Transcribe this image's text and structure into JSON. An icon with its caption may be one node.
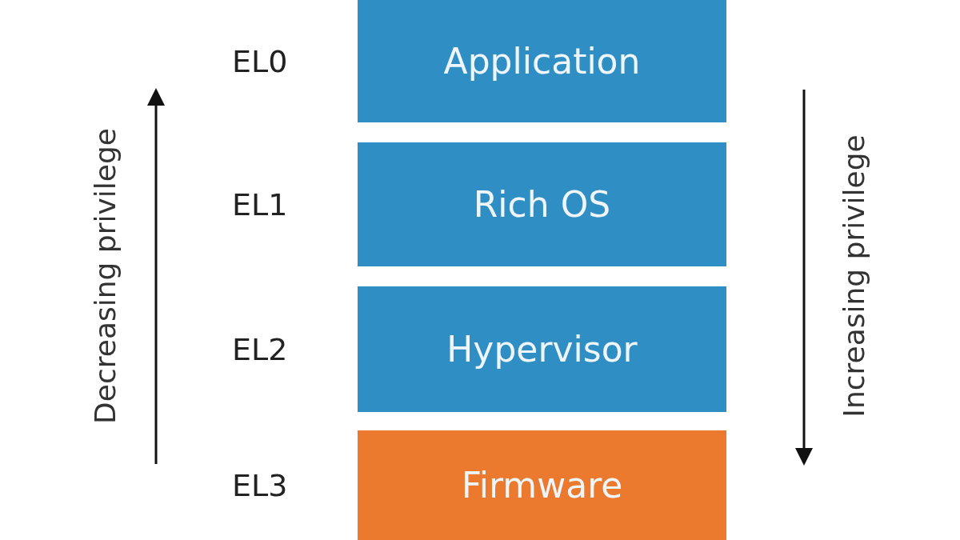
{
  "diagram": {
    "nodes": [
      {
        "text": [
          "Application"
        ],
        "beside": [
          "EL0"
        ]
      },
      {
        "text": [
          "Rich OS"
        ],
        "beside": [
          "EL1"
        ]
      },
      {
        "text": [
          "Hypervisor"
        ],
        "beside": [
          "EL2"
        ]
      },
      {
        "text": [
          "Firmware"
        ],
        "beside": [
          "EL3"
        ]
      }
    ],
    "labels": [
      "Decreasing privilege",
      "Increasing privilege"
    ]
  }
}
